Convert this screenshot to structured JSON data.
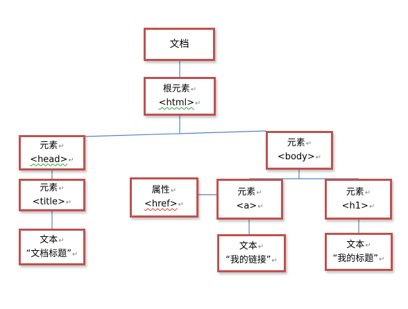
{
  "diagram": {
    "nodes": {
      "document": {
        "line1": "文档"
      },
      "root": {
        "line1": "根元素",
        "line2": "<html>"
      },
      "head": {
        "line1": "元素",
        "line2": "<head>"
      },
      "body": {
        "line1": "元素",
        "line2": "<body>"
      },
      "title": {
        "line1": "元素",
        "line2": "<title>"
      },
      "title_text": {
        "line1": "文本",
        "line2": "“文档标题”"
      },
      "href_attr": {
        "line1": "属性",
        "line2": "<href>"
      },
      "a_elem": {
        "line1": "元素",
        "line2": "<a>"
      },
      "a_text": {
        "line1": "文本",
        "line2": "“我的链接”"
      },
      "h1_elem": {
        "line1": "元素",
        "line2": "<h1>"
      },
      "h1_text": {
        "line1": "文本",
        "line2": "“我的标题”"
      }
    },
    "colors": {
      "node_border": "#c0504d",
      "connector": "#4f81bd"
    }
  }
}
